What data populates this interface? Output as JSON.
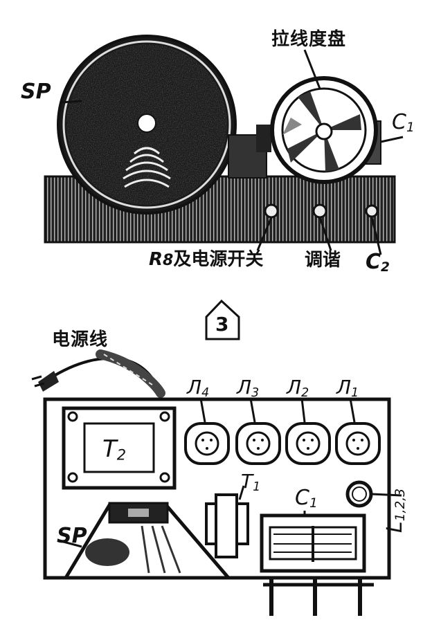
{
  "top_view": {
    "speaker_label": "SP",
    "dial_label": "拉线度盘",
    "capacitor_label": "C",
    "capacitor_sub": "1",
    "switch_label_letter": "R",
    "switch_label_sub": "8",
    "switch_label_text": "及电源开关",
    "tuning_label": "调谐",
    "c2_label": "C",
    "c2_sub": "2"
  },
  "figure_number": "3",
  "bottom_view": {
    "power_cord_label": "电源线",
    "tubes": [
      {
        "letter": "Л",
        "sub": "4"
      },
      {
        "letter": "Л",
        "sub": "3"
      },
      {
        "letter": "Л",
        "sub": "2"
      },
      {
        "letter": "Л",
        "sub": "1"
      }
    ],
    "transformer2_label": "T",
    "transformer2_sub": "2",
    "transformer1_label": "T",
    "transformer1_sub": "1",
    "capacitor_label": "C",
    "capacitor_sub": "1",
    "speaker_label": "SP",
    "coil_label": "L",
    "coil_sub": "1,2,3"
  },
  "colors": {
    "ink": "#111111",
    "paper": "#ffffff",
    "panel": "#2b2b2b"
  }
}
